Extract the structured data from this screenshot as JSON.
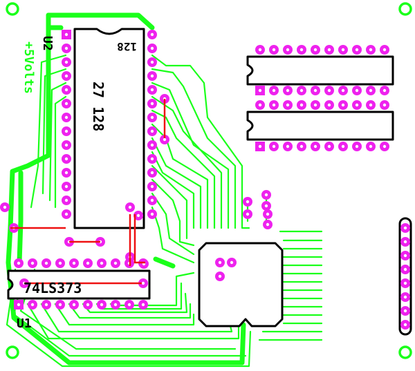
{
  "colors": {
    "board": "#ffffff",
    "copper": "#1aff1a",
    "pad": "#ee22ee",
    "silkscreen": "#000000",
    "jumper": "#ee1111"
  },
  "labels": {
    "u2_ref": "U2",
    "u2_part": "27 128",
    "u2_pin_marker": "128",
    "u1_ref": "U1",
    "u1_part": "74LS373",
    "power_label": "+5Volts"
  },
  "icons": {
    "mounting_hole": "ring",
    "dip_socket": "chip-outline",
    "plcc_socket": "plcc-outline"
  }
}
